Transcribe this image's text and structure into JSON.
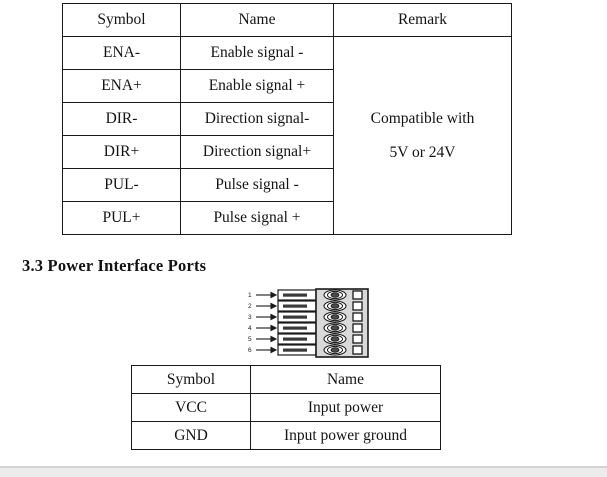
{
  "signal_table": {
    "headers": [
      "Symbol",
      "Name",
      "Remark"
    ],
    "rows": [
      {
        "symbol": "ENA-",
        "name": "Enable signal -"
      },
      {
        "symbol": "ENA+",
        "name": "Enable signal +"
      },
      {
        "symbol": "DIR-",
        "name": "Direction signal-"
      },
      {
        "symbol": "DIR+",
        "name": "Direction signal+"
      },
      {
        "symbol": "PUL-",
        "name": "Pulse signal -"
      },
      {
        "symbol": "PUL+",
        "name": "Pulse signal +"
      }
    ],
    "remark_line1": "Compatible with",
    "remark_line2": "5V or 24V"
  },
  "section": {
    "heading": "3.3 Power Interface Ports"
  },
  "connector_diagram": {
    "pin_labels": [
      "1",
      "2",
      "3",
      "4",
      "5",
      "6"
    ],
    "pin_count": 6,
    "body_color": "#d9d9d9",
    "line_color": "#1a1a1a"
  },
  "power_table": {
    "headers": [
      "Symbol",
      "Name"
    ],
    "rows": [
      {
        "symbol": "VCC",
        "name": "Input power"
      },
      {
        "symbol": "GND",
        "name": "Input power ground"
      }
    ]
  },
  "page": {
    "background_color": "#ffffff",
    "divider_color": "#d4d4d4",
    "footer_band_color": "#ececec"
  }
}
